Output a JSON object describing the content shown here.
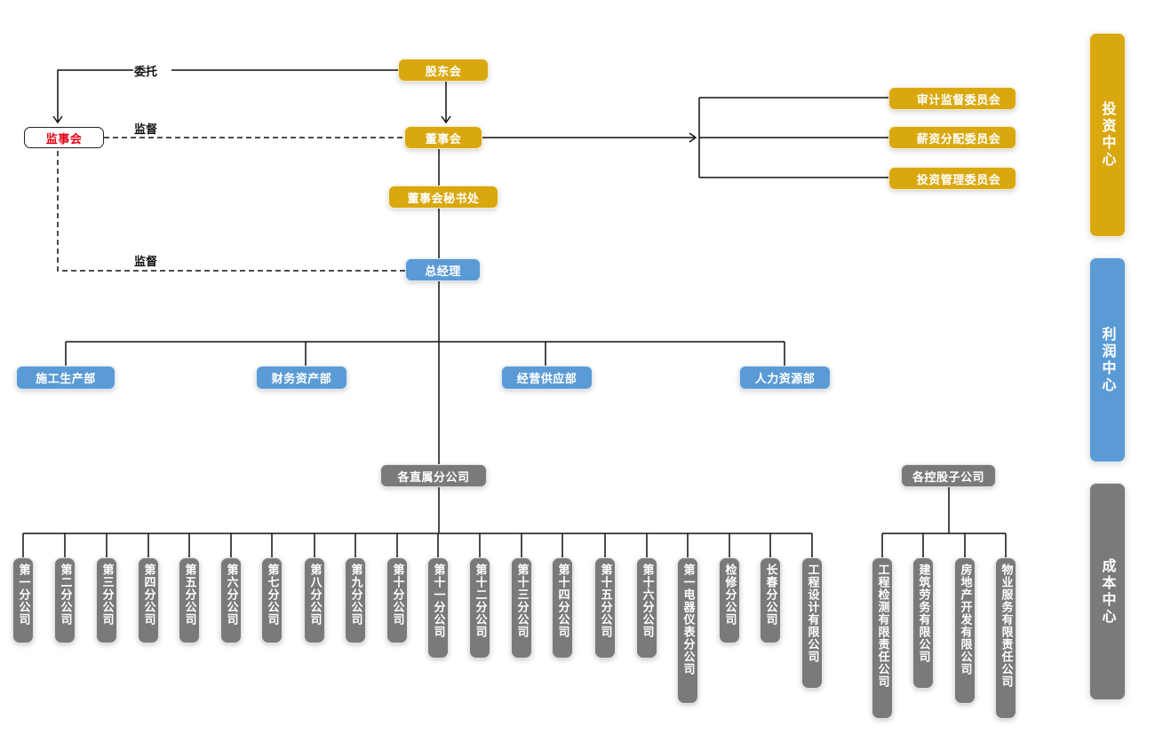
{
  "edge_labels": {
    "entrust": "委托",
    "supervise_board": "监督",
    "supervise_manager": "监督"
  },
  "nodes": {
    "shareholders": "股东会",
    "supervisory_board": "监事会",
    "board": "董事会",
    "board_secretary": "董事会秘书处",
    "general_manager": "总经理",
    "committees": [
      "审计监督委员会",
      "薪资分配委员会",
      "投资管理委员会"
    ],
    "departments": [
      "施工生产部",
      "财务资产部",
      "经营供应部",
      "人力资源部"
    ],
    "direct_branches_header": "各直属分公司",
    "direct_branches": [
      "第一分公司",
      "第二分公司",
      "第三分公司",
      "第四分公司",
      "第五分公司",
      "第六分公司",
      "第七分公司",
      "第八分公司",
      "第九分公司",
      "第十分公司",
      "第十一分公司",
      "第十二分公司",
      "第十三分公司",
      "第十四分公司",
      "第十五分公司",
      "第十六分公司",
      "第一电器仪表分公司",
      "检修分公司",
      "长春分公司",
      "工程设计有限公司"
    ],
    "holding_header": "各控股子公司",
    "holding_companies": [
      "工程检测有限责任公司",
      "建筑劳务有限公司",
      "房地产开发有限公司",
      "物业服务有限责任公司"
    ]
  },
  "centers": [
    {
      "label": "投资中心",
      "color": "#d9a80f"
    },
    {
      "label": "利润中心",
      "color": "#5b9bd5"
    },
    {
      "label": "成本中心",
      "color": "#7a7a7a"
    }
  ],
  "colors": {
    "gold": "#d9a80f",
    "blue": "#5b9bd5",
    "gray": "#7a7a7a",
    "supervisory_text": "#e60012"
  }
}
